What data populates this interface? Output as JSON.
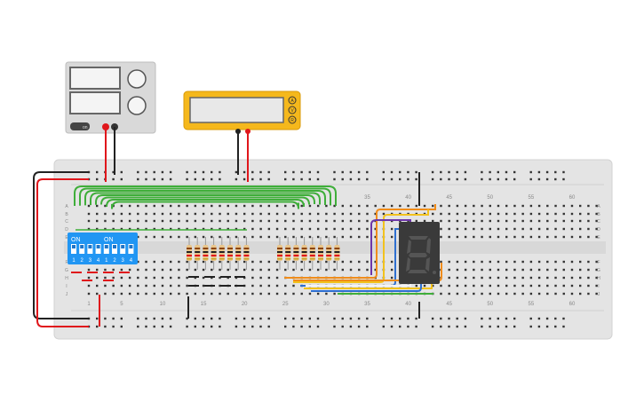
{
  "breadboard": {
    "column_numbers_top": [
      "35",
      "40",
      "45",
      "50",
      "55",
      "60"
    ],
    "column_numbers_bottom": [
      "1",
      "5",
      "10",
      "15",
      "20",
      "25",
      "30",
      "35",
      "40",
      "45",
      "50",
      "55",
      "60"
    ],
    "row_letters_left": [
      "A",
      "B",
      "C",
      "D",
      "E",
      "F",
      "G",
      "H",
      "I",
      "J"
    ],
    "row_letters_right": [
      "A",
      "B",
      "C",
      "D",
      "E",
      "F",
      "G",
      "H",
      "I",
      "J"
    ]
  },
  "power_supply": {
    "button_label": "on"
  },
  "multimeter": {
    "mode_labels": [
      "A",
      "V",
      "R"
    ]
  },
  "dip_switch": {
    "labels": [
      "ON",
      "ON"
    ],
    "switch_numbers": [
      "1",
      "2",
      "3",
      "4",
      "1",
      "2",
      "3",
      "4"
    ]
  },
  "seven_segment": {
    "digit": "8"
  },
  "colors": {
    "board": "#e6e6e6",
    "wire_red": "#e0161b",
    "wire_black": "#222222",
    "wire_green": "#3fae3a",
    "wire_orange": "#f08c1a",
    "wire_yellow": "#f2c21d",
    "wire_blue": "#2e6fd0",
    "wire_purple": "#6d36a8",
    "dip_blue": "#2196f3",
    "multimeter_yellow": "#f5b81c"
  }
}
